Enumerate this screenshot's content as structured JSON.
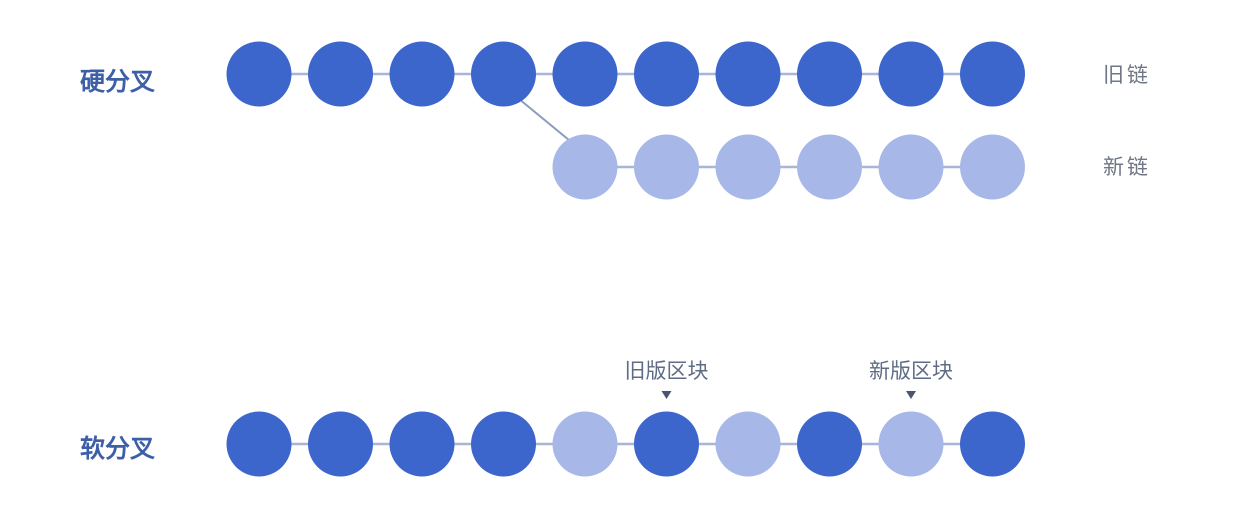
{
  "colors": {
    "old_block": "#3d66cc",
    "new_block": "#a7b8e8",
    "title": "#3d5fa8",
    "label": "#6f7786"
  },
  "hard_fork": {
    "title": "硬分叉",
    "old_chain_label": "旧链",
    "new_chain_label": "新链",
    "old_chain_blocks": [
      "old",
      "old",
      "old",
      "old",
      "old",
      "old",
      "old",
      "old",
      "old",
      "old"
    ],
    "new_chain_blocks": [
      "new",
      "new",
      "new",
      "new",
      "new",
      "new"
    ],
    "fork_after_index": 3
  },
  "soft_fork": {
    "title": "软分叉",
    "blocks": [
      "old",
      "old",
      "old",
      "old",
      "new",
      "old",
      "new",
      "old",
      "new",
      "old"
    ],
    "callouts": [
      {
        "text": "旧版区块",
        "block_index": 5
      },
      {
        "text": "新版区块",
        "block_index": 8
      }
    ]
  }
}
